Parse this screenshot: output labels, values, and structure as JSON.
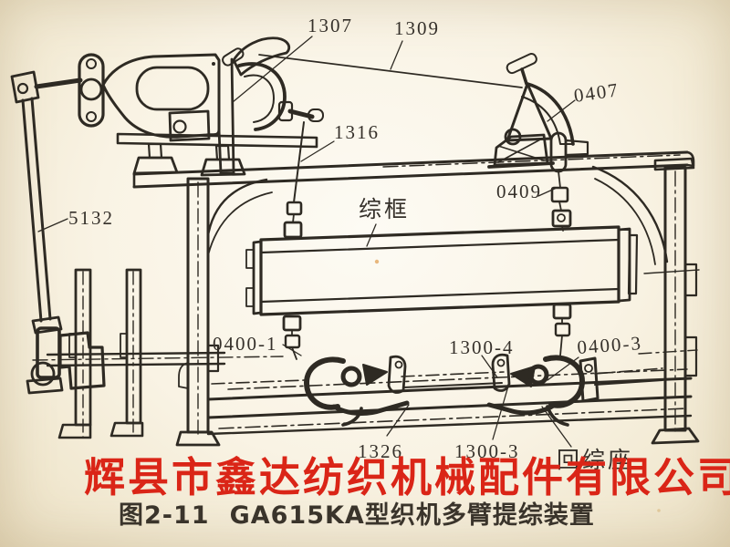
{
  "page": {
    "background": "#f7f1e2",
    "ink_color": "#2e2a23",
    "accent_red": "#da2517"
  },
  "diagram": {
    "part_labels": [
      {
        "id": "1307",
        "text": "1307"
      },
      {
        "id": "1309",
        "text": "1309"
      },
      {
        "id": "0407",
        "text": "0407"
      },
      {
        "id": "1316",
        "text": "1316"
      },
      {
        "id": "5132",
        "text": "5132"
      },
      {
        "id": "0409",
        "text": "0409"
      },
      {
        "id": "heddle-frame",
        "text": "综框"
      },
      {
        "id": "0400-1",
        "text": "0400-1"
      },
      {
        "id": "1300-4",
        "text": "1300-4"
      },
      {
        "id": "0400-3",
        "text": "0400-3"
      },
      {
        "id": "1326",
        "text": "1326"
      },
      {
        "id": "1300-3",
        "text": "1300-3"
      },
      {
        "id": "heddle-return-seat",
        "text": "回综座"
      }
    ],
    "watermark": "辉县市鑫达纺织机械配件有限公司",
    "caption": {
      "figure_no": "图2-11",
      "title": "GA615KA型织机多臂提综装置"
    }
  }
}
